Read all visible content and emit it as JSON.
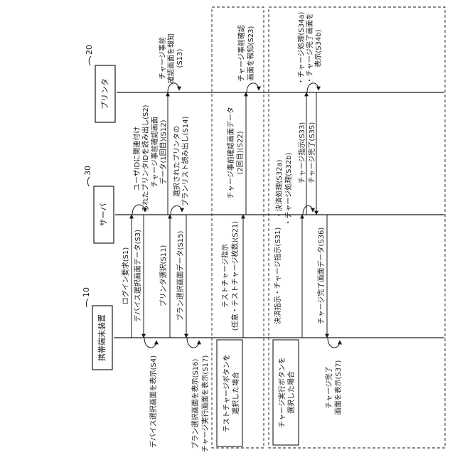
{
  "lifelines": {
    "terminal": {
      "name": "携帯端末装置",
      "ref": "10"
    },
    "server": {
      "name": "サーバ",
      "ref": "30"
    },
    "printer": {
      "name": "プリンタ",
      "ref": "20"
    }
  },
  "messages": {
    "s1": "ログイン要求(S1)",
    "s3": "デバイス選択画面データ(S3)",
    "s11": "プリンタ選択(S11)",
    "s15": "プラン選択画面データ(S15)",
    "s2_l1": "ユーザIDに関連付け",
    "s2_l2": "られたプリンタIDを読み出し(S2)",
    "s12_l1": "チャージ事前確認画面",
    "s12_l2": "データ(1回目)(S12)",
    "s14_l1": "選択されたプリンタの",
    "s14_l2": "プランリスト読み出し(S14)",
    "s13_l1": "チャージ事前",
    "s13_l2": "確認画面を報知",
    "s13_l3": "(S13)",
    "s4": "デバイス選択画面を表示(S4)",
    "s16": "プラン選択画面を表示(S16)",
    "s17": "チャージ実行画面を表示(S17)",
    "s21_l1": "テストチャージ指示",
    "s21_l2": "(任意・テストチャージ枚数)(S21)",
    "s22_l1": "チャージ事前確認画面データ",
    "s22_l2": "(2回目)(S22)",
    "s23_l1": "チャージ事前確認",
    "s23_l2": "画面を報知(S23)",
    "s31": "決済指示・チャージ指示(S31)",
    "s36": "チャージ完了画面データ(S36)",
    "s32a": "・決済処理(S32a)",
    "s32b": "・チャージ処理(S32b)",
    "s33": "チャージ指示(S33)",
    "s35": "チャージ完了(S35)",
    "s34a": "・チャージ処理(S34a)",
    "s34b_l1": "・チャージ完了画面を",
    "s34b_l2": "表示(S34b)",
    "s37_l1": "チャージ完了",
    "s37_l2": "画面を表示(S37)"
  },
  "conditions": {
    "test_l1": "テストチャージボタンを",
    "test_l2": "選択した場合",
    "exec_l1": "チャージ実行ボタンを",
    "exec_l2": "選択した場合"
  }
}
